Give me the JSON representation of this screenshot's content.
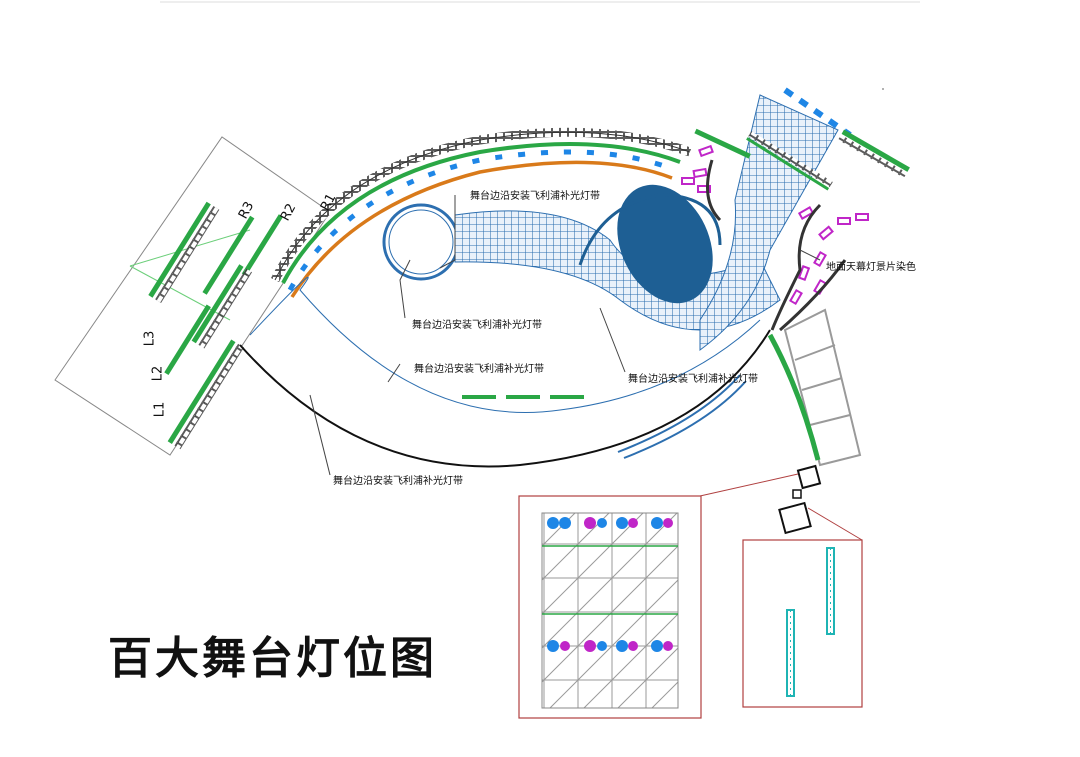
{
  "title": "百大舞台灯位图",
  "zones": {
    "l1": "L1",
    "l2": "L2",
    "l3": "L3",
    "r1": "R1",
    "r2": "R2",
    "r3": "R3"
  },
  "annotations": {
    "top_strip": "舞台边沿安装飞利浦补光灯带",
    "circle_edge": "舞台边沿安装飞利浦补光灯带",
    "inner_arc": "舞台边沿安装飞利浦补光灯带",
    "lower_right": "舞台边沿安装飞利浦补光灯带",
    "outer_arc": "舞台边沿安装飞利浦补光灯带",
    "ground_curtain": "地面天幕灯景片染色"
  },
  "colors": {
    "stage_blue": "#2d6fb0",
    "disc_blue": "#1e5f94",
    "led_green": "#2aa745",
    "spot_blue": "#1e86e6",
    "orange_strip": "#d97a1a",
    "magenta": "#c026c8",
    "callout_red": "#b04040",
    "truss_cyan": "#1fb4b4"
  },
  "icons": [
    "light-bar",
    "pixel-led-strip",
    "moving-head-light",
    "truss-ladder"
  ]
}
